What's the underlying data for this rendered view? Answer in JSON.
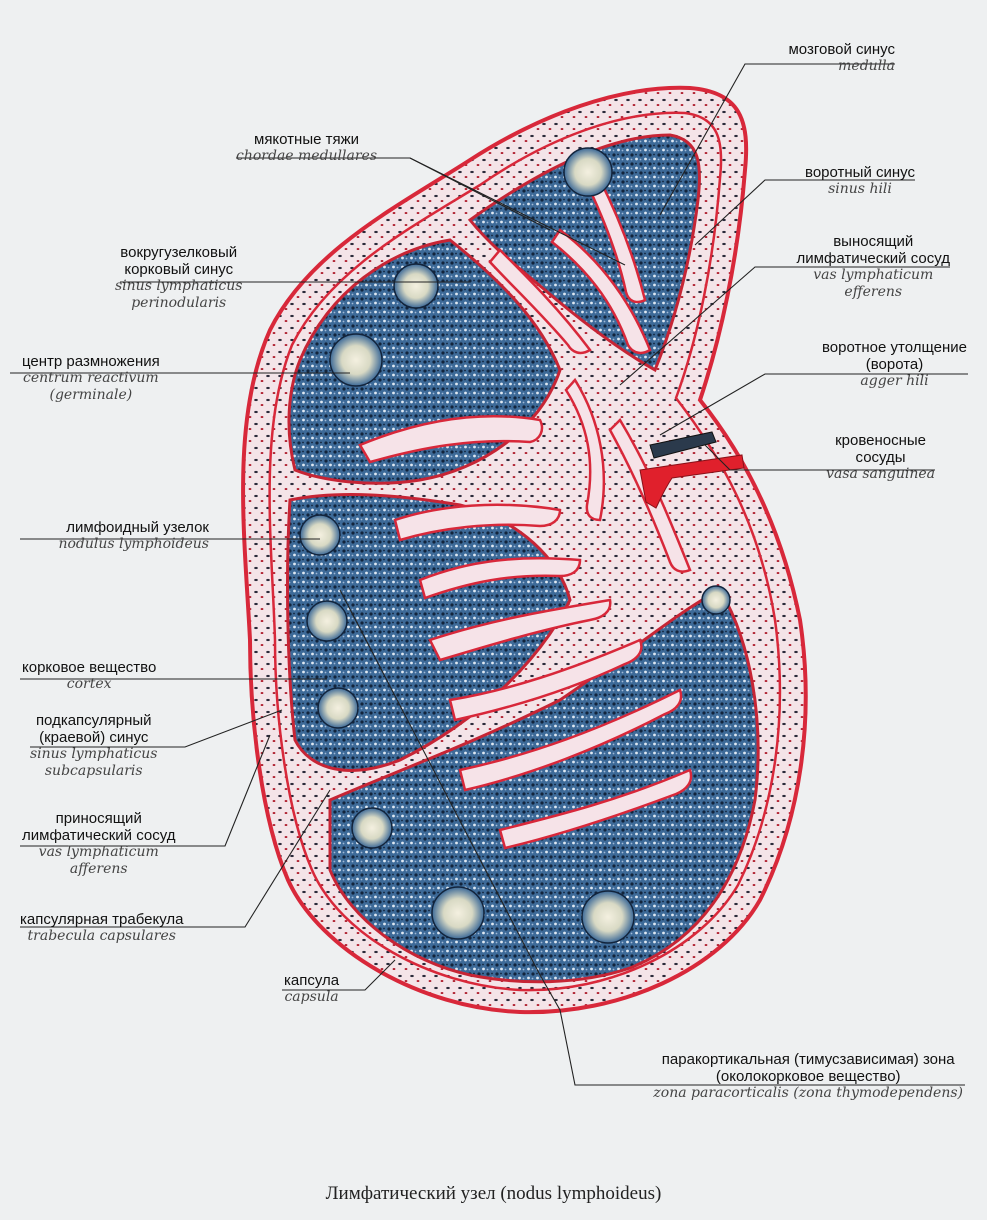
{
  "labels": {
    "medulla": {
      "ru": "мозговой синус",
      "la": "medulla"
    },
    "chordae": {
      "ru": "мякотные тяжи",
      "la": "chordae medullares"
    },
    "sinus_hili": {
      "ru": "воротный синус",
      "la": "sinus hili"
    },
    "efferens": {
      "ru1": "выносящий",
      "ru2": "лимфатический сосуд",
      "la1": "vas lymphaticum",
      "la2": "efferens"
    },
    "perinodularis": {
      "ru1": "вокругузелковый",
      "ru2": "корковый синус",
      "la1": "sinus lymphaticus",
      "la2": "perinodularis"
    },
    "agger": {
      "ru1": "воротное утолщение",
      "ru2": "(ворота)",
      "la": "agger hili"
    },
    "centrum": {
      "ru": "центр размножения",
      "la1": "centrum reactivum",
      "la2": "(germinale)"
    },
    "vasa": {
      "ru1": "кровеносные",
      "ru2": "сосуды",
      "la": "vasa sanguinea"
    },
    "nodulus": {
      "ru": "лимфоидный узелок",
      "la": "nodulus lymphoideus"
    },
    "cortex": {
      "ru": "корковое вещество",
      "la": "cortex"
    },
    "subcapsularis": {
      "ru1": "подкапсулярный",
      "ru2": "(краевой) синус",
      "la1": "sinus lymphaticus",
      "la2": "subcapsularis"
    },
    "afferens": {
      "ru1": "приносящий",
      "ru2": "лимфатический сосуд",
      "la1": "vas lymphaticum",
      "la2": "afferens"
    },
    "trabecula": {
      "ru": "капсулярная трабекула",
      "la": "trabecula capsulares"
    },
    "capsula": {
      "ru": "капсула",
      "la": "capsula"
    },
    "paracortex": {
      "ru1": "паракортикальная (тимусзависимая) зона",
      "ru2": "(околокорковое вещество)",
      "la": "zona paracorticalis (zona thymodependens)"
    }
  },
  "caption": "Лимфатический узел (nodus lymphoideus)",
  "colors": {
    "capsule": "#d8283a",
    "tissue": "#2e5a8c",
    "tissue_dark": "#1c3556",
    "sinus": "#f3e6ea",
    "background": "#eef0f1"
  }
}
